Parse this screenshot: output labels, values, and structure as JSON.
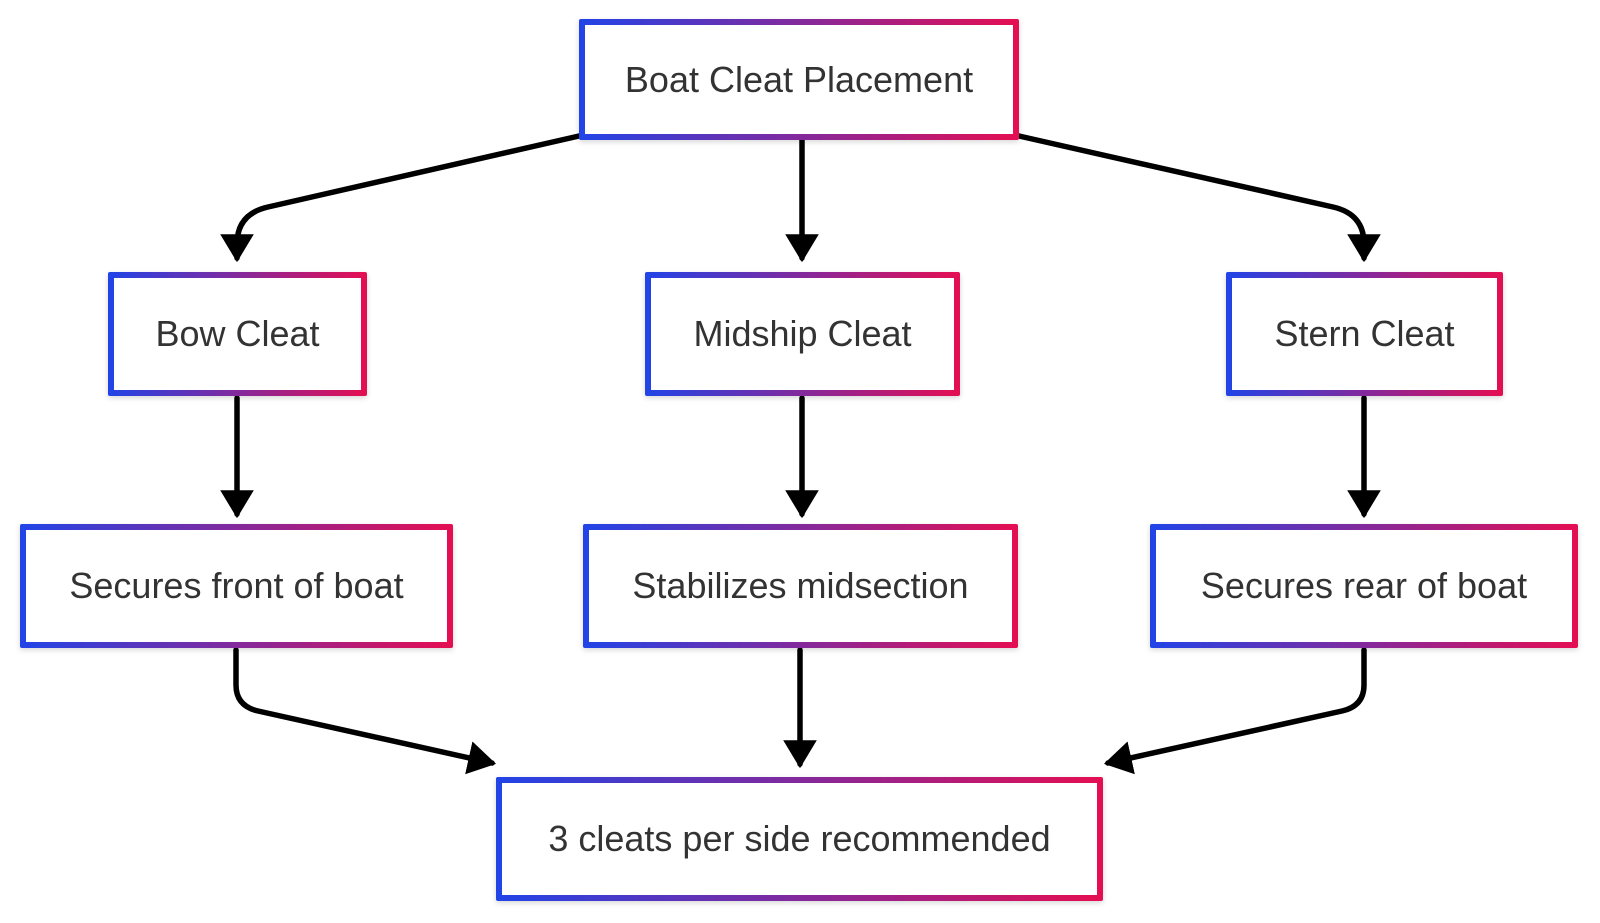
{
  "diagram": {
    "type": "flowchart",
    "direction": "top-down",
    "nodes": [
      {
        "id": "root",
        "label": "Boat Cleat Placement"
      },
      {
        "id": "bow",
        "label": "Bow Cleat"
      },
      {
        "id": "midship",
        "label": "Midship Cleat"
      },
      {
        "id": "stern",
        "label": "Stern Cleat"
      },
      {
        "id": "bow-desc",
        "label": "Secures front of boat"
      },
      {
        "id": "midship-desc",
        "label": "Stabilizes midsection"
      },
      {
        "id": "stern-desc",
        "label": "Secures rear of boat"
      },
      {
        "id": "recommendation",
        "label": "3 cleats per side recommended"
      }
    ],
    "edges": [
      {
        "from": "root",
        "to": "bow"
      },
      {
        "from": "root",
        "to": "midship"
      },
      {
        "from": "root",
        "to": "stern"
      },
      {
        "from": "bow",
        "to": "bow-desc"
      },
      {
        "from": "midship",
        "to": "midship-desc"
      },
      {
        "from": "stern",
        "to": "stern-desc"
      },
      {
        "from": "bow-desc",
        "to": "recommendation"
      },
      {
        "from": "midship-desc",
        "to": "recommendation"
      },
      {
        "from": "stern-desc",
        "to": "recommendation"
      }
    ],
    "colors": {
      "border_gradient_start": "#2144e7",
      "border_gradient_end": "#e50e52",
      "node_fill": "#ffffff",
      "node_text": "#333333",
      "arrow": "#000000",
      "background": "#ffffff"
    }
  }
}
